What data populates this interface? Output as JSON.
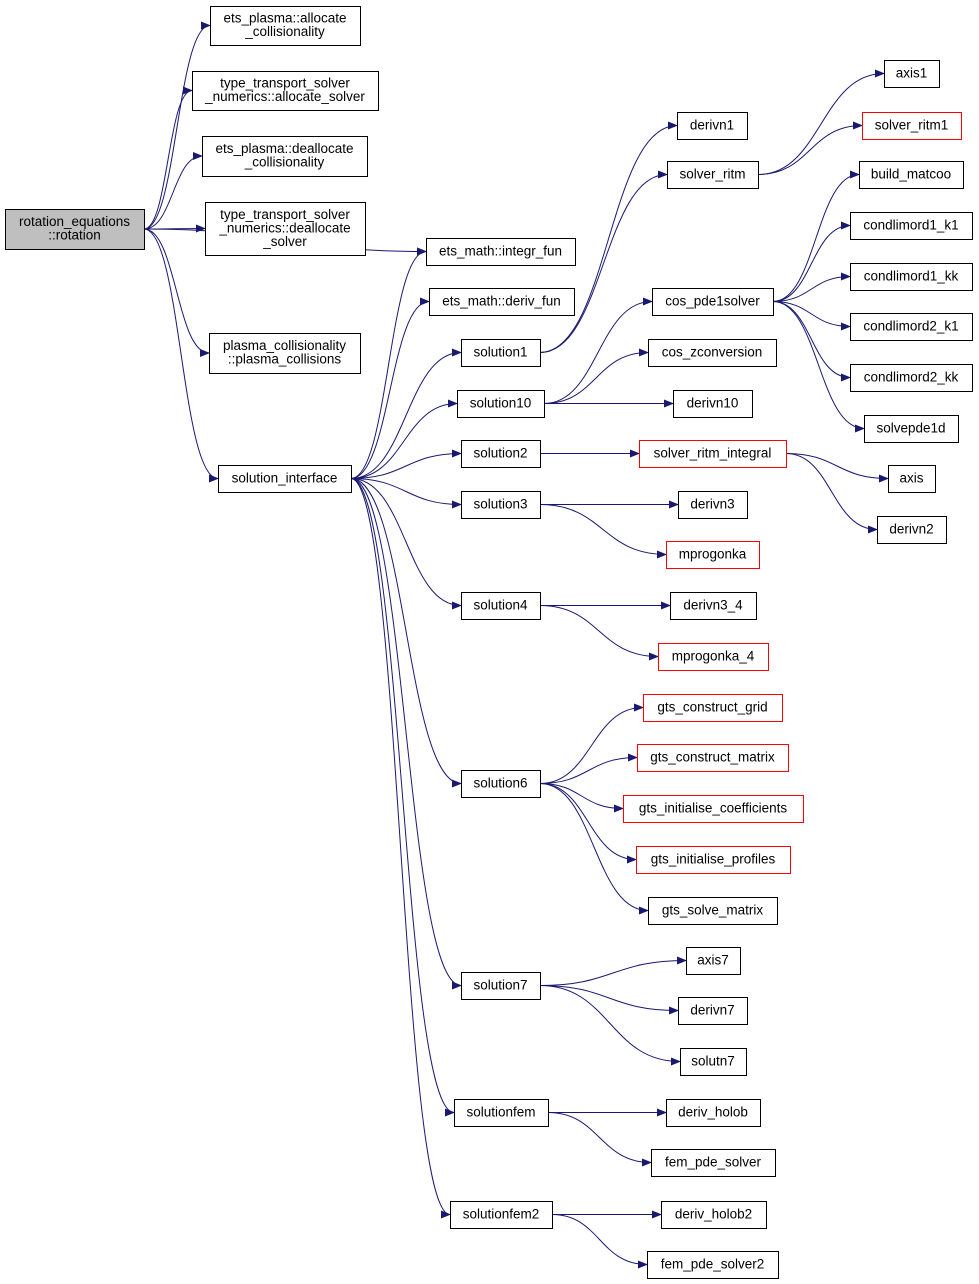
{
  "colors": {
    "edge": "#191970",
    "border_default": "#000000",
    "border_truncated": "#ff0000",
    "fill_root": "#bfbfbf",
    "fill_default": "#ffffff"
  },
  "nodes": [
    {
      "id": "rotation_equations",
      "lines": [
        "rotation_equations",
        "::rotation"
      ],
      "style": "root"
    },
    {
      "id": "ets_plasma_alloc",
      "lines": [
        "ets_plasma::allocate",
        "_collisionality"
      ],
      "style": "default"
    },
    {
      "id": "tts_alloc_solver",
      "lines": [
        "type_transport_solver",
        "_numerics::allocate_solver"
      ],
      "style": "default"
    },
    {
      "id": "ets_plasma_dealloc",
      "lines": [
        "ets_plasma::deallocate",
        "_collisionality"
      ],
      "style": "default"
    },
    {
      "id": "tts_dealloc_solver",
      "lines": [
        "type_transport_solver",
        "_numerics::deallocate",
        "_solver"
      ],
      "style": "default"
    },
    {
      "id": "plasma_collisions",
      "lines": [
        "plasma_collisionality",
        "::plasma_collisions"
      ],
      "style": "default"
    },
    {
      "id": "solution_interface",
      "lines": [
        "solution_interface"
      ],
      "style": "default"
    },
    {
      "id": "integr_fun",
      "lines": [
        "ets_math::integr_fun"
      ],
      "style": "default"
    },
    {
      "id": "deriv_fun",
      "lines": [
        "ets_math::deriv_fun"
      ],
      "style": "default"
    },
    {
      "id": "solution1",
      "lines": [
        "solution1"
      ],
      "style": "default"
    },
    {
      "id": "solution10",
      "lines": [
        "solution10"
      ],
      "style": "default"
    },
    {
      "id": "solution2",
      "lines": [
        "solution2"
      ],
      "style": "default"
    },
    {
      "id": "solution3",
      "lines": [
        "solution3"
      ],
      "style": "default"
    },
    {
      "id": "solution4",
      "lines": [
        "solution4"
      ],
      "style": "default"
    },
    {
      "id": "solution6",
      "lines": [
        "solution6"
      ],
      "style": "default"
    },
    {
      "id": "solution7",
      "lines": [
        "solution7"
      ],
      "style": "default"
    },
    {
      "id": "solutionfem",
      "lines": [
        "solutionfem"
      ],
      "style": "default"
    },
    {
      "id": "solutionfem2",
      "lines": [
        "solutionfem2"
      ],
      "style": "default"
    },
    {
      "id": "derivn1",
      "lines": [
        "derivn1"
      ],
      "style": "default"
    },
    {
      "id": "solver_ritm",
      "lines": [
        "solver_ritm"
      ],
      "style": "default"
    },
    {
      "id": "cos_pde1solver",
      "lines": [
        "cos_pde1solver"
      ],
      "style": "default"
    },
    {
      "id": "cos_zconversion",
      "lines": [
        "cos_zconversion"
      ],
      "style": "default"
    },
    {
      "id": "derivn10",
      "lines": [
        "derivn10"
      ],
      "style": "default"
    },
    {
      "id": "solver_ritm_integral",
      "lines": [
        "solver_ritm_integral"
      ],
      "style": "truncated"
    },
    {
      "id": "derivn3",
      "lines": [
        "derivn3"
      ],
      "style": "default"
    },
    {
      "id": "mprogonka",
      "lines": [
        "mprogonka"
      ],
      "style": "truncated"
    },
    {
      "id": "derivn3_4",
      "lines": [
        "derivn3_4"
      ],
      "style": "default"
    },
    {
      "id": "mprogonka_4",
      "lines": [
        "mprogonka_4"
      ],
      "style": "truncated"
    },
    {
      "id": "gts_construct_grid",
      "lines": [
        "gts_construct_grid"
      ],
      "style": "truncated"
    },
    {
      "id": "gts_construct_matrix",
      "lines": [
        "gts_construct_matrix"
      ],
      "style": "truncated"
    },
    {
      "id": "gts_init_coeff",
      "lines": [
        "gts_initialise_coefficients"
      ],
      "style": "truncated"
    },
    {
      "id": "gts_init_profiles",
      "lines": [
        "gts_initialise_profiles"
      ],
      "style": "truncated"
    },
    {
      "id": "gts_solve_matrix",
      "lines": [
        "gts_solve_matrix"
      ],
      "style": "default"
    },
    {
      "id": "axis7",
      "lines": [
        "axis7"
      ],
      "style": "default"
    },
    {
      "id": "derivn7",
      "lines": [
        "derivn7"
      ],
      "style": "default"
    },
    {
      "id": "solutn7",
      "lines": [
        "solutn7"
      ],
      "style": "default"
    },
    {
      "id": "deriv_holob",
      "lines": [
        "deriv_holob"
      ],
      "style": "default"
    },
    {
      "id": "fem_pde_solver",
      "lines": [
        "fem_pde_solver"
      ],
      "style": "default"
    },
    {
      "id": "deriv_holob2",
      "lines": [
        "deriv_holob2"
      ],
      "style": "default"
    },
    {
      "id": "fem_pde_solver2",
      "lines": [
        "fem_pde_solver2"
      ],
      "style": "default"
    },
    {
      "id": "axis1",
      "lines": [
        "axis1"
      ],
      "style": "default"
    },
    {
      "id": "solver_ritm1",
      "lines": [
        "solver_ritm1"
      ],
      "style": "truncated"
    },
    {
      "id": "build_matcoo",
      "lines": [
        "build_matcoo"
      ],
      "style": "default"
    },
    {
      "id": "condlimord1_k1",
      "lines": [
        "condlimord1_k1"
      ],
      "style": "default"
    },
    {
      "id": "condlimord1_kk",
      "lines": [
        "condlimord1_kk"
      ],
      "style": "default"
    },
    {
      "id": "condlimord2_k1",
      "lines": [
        "condlimord2_k1"
      ],
      "style": "default"
    },
    {
      "id": "condlimord2_kk",
      "lines": [
        "condlimord2_kk"
      ],
      "style": "default"
    },
    {
      "id": "solvepde1d",
      "lines": [
        "solvepde1d"
      ],
      "style": "default"
    },
    {
      "id": "axis",
      "lines": [
        "axis"
      ],
      "style": "default"
    },
    {
      "id": "derivn2",
      "lines": [
        "derivn2"
      ],
      "style": "default"
    }
  ],
  "edges": [
    {
      "from": "rotation_equations",
      "to": "ets_plasma_alloc"
    },
    {
      "from": "rotation_equations",
      "to": "tts_alloc_solver"
    },
    {
      "from": "rotation_equations",
      "to": "ets_plasma_dealloc"
    },
    {
      "from": "rotation_equations",
      "to": "tts_dealloc_solver"
    },
    {
      "from": "rotation_equations",
      "to": "integr_fun"
    },
    {
      "from": "rotation_equations",
      "to": "plasma_collisions"
    },
    {
      "from": "rotation_equations",
      "to": "solution_interface"
    },
    {
      "from": "solution_interface",
      "to": "integr_fun"
    },
    {
      "from": "solution_interface",
      "to": "deriv_fun"
    },
    {
      "from": "solution_interface",
      "to": "solution1"
    },
    {
      "from": "solution_interface",
      "to": "solution10"
    },
    {
      "from": "solution_interface",
      "to": "solution2"
    },
    {
      "from": "solution_interface",
      "to": "solution3"
    },
    {
      "from": "solution_interface",
      "to": "solution4"
    },
    {
      "from": "solution_interface",
      "to": "solution6"
    },
    {
      "from": "solution_interface",
      "to": "solution7"
    },
    {
      "from": "solution_interface",
      "to": "solutionfem"
    },
    {
      "from": "solution_interface",
      "to": "solutionfem2"
    },
    {
      "from": "solution1",
      "to": "derivn1"
    },
    {
      "from": "solution1",
      "to": "solver_ritm"
    },
    {
      "from": "solver_ritm",
      "to": "axis1"
    },
    {
      "from": "solver_ritm",
      "to": "solver_ritm1"
    },
    {
      "from": "solution10",
      "to": "cos_pde1solver"
    },
    {
      "from": "solution10",
      "to": "cos_zconversion"
    },
    {
      "from": "solution10",
      "to": "derivn10"
    },
    {
      "from": "cos_pde1solver",
      "to": "build_matcoo"
    },
    {
      "from": "cos_pde1solver",
      "to": "condlimord1_k1"
    },
    {
      "from": "cos_pde1solver",
      "to": "condlimord1_kk"
    },
    {
      "from": "cos_pde1solver",
      "to": "condlimord2_k1"
    },
    {
      "from": "cos_pde1solver",
      "to": "condlimord2_kk"
    },
    {
      "from": "cos_pde1solver",
      "to": "solvepde1d"
    },
    {
      "from": "solution2",
      "to": "solver_ritm_integral"
    },
    {
      "from": "solver_ritm_integral",
      "to": "axis"
    },
    {
      "from": "solver_ritm_integral",
      "to": "derivn2"
    },
    {
      "from": "solution3",
      "to": "derivn3"
    },
    {
      "from": "solution3",
      "to": "mprogonka"
    },
    {
      "from": "solution4",
      "to": "derivn3_4"
    },
    {
      "from": "solution4",
      "to": "mprogonka_4"
    },
    {
      "from": "solution6",
      "to": "gts_construct_grid"
    },
    {
      "from": "solution6",
      "to": "gts_construct_matrix"
    },
    {
      "from": "solution6",
      "to": "gts_init_coeff"
    },
    {
      "from": "solution6",
      "to": "gts_init_profiles"
    },
    {
      "from": "solution6",
      "to": "gts_solve_matrix"
    },
    {
      "from": "solution7",
      "to": "axis7"
    },
    {
      "from": "solution7",
      "to": "derivn7"
    },
    {
      "from": "solution7",
      "to": "solutn7"
    },
    {
      "from": "solutionfem",
      "to": "deriv_holob"
    },
    {
      "from": "solutionfem",
      "to": "fem_pde_solver"
    },
    {
      "from": "solutionfem2",
      "to": "deriv_holob2"
    },
    {
      "from": "solutionfem2",
      "to": "fem_pde_solver2"
    }
  ]
}
